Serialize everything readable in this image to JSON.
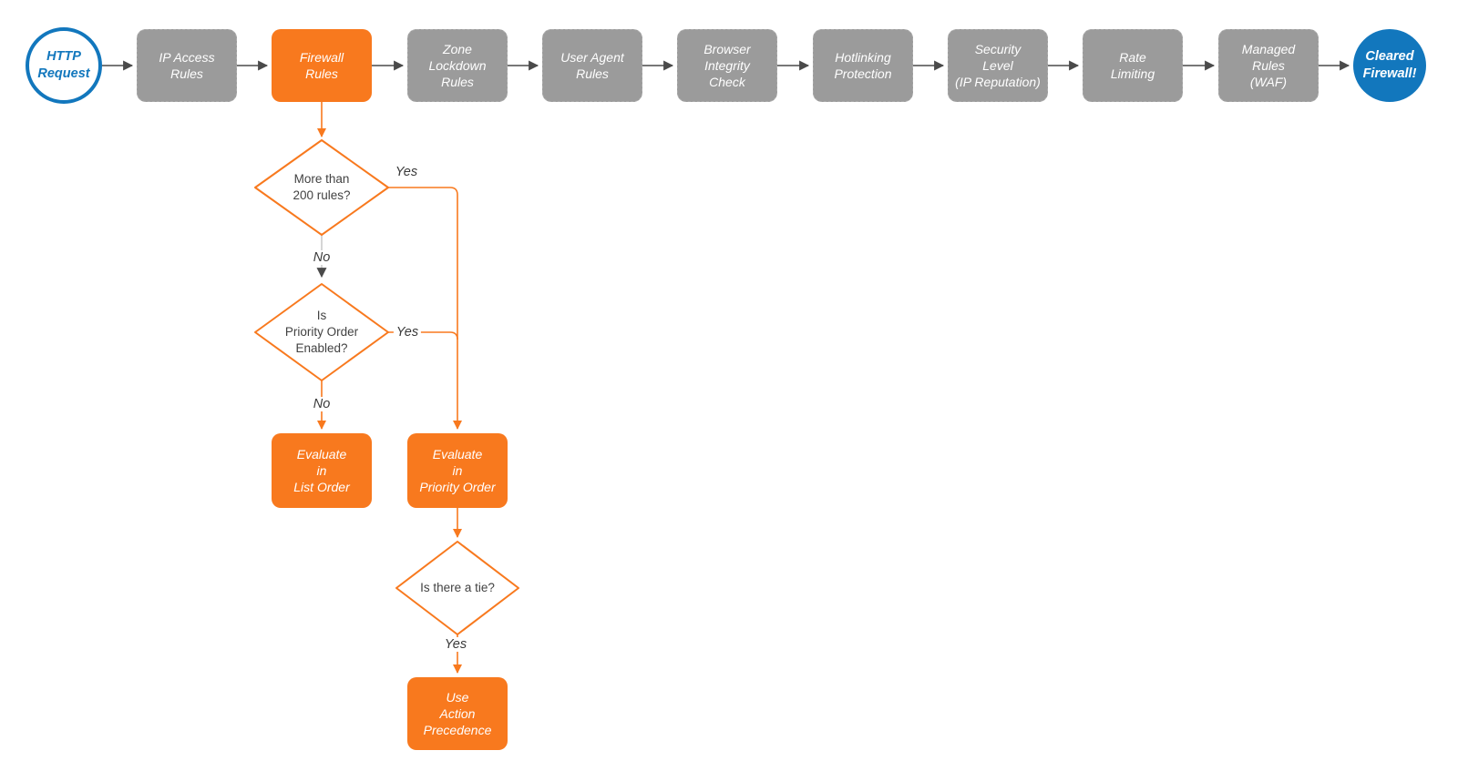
{
  "palette": {
    "orange": "#F8791E",
    "gray": "#9B9B9B",
    "blue": "#1277BD",
    "wire": "#4A4A4A",
    "wire_light": "#C9C9C9",
    "text": "#424242"
  },
  "flow": {
    "start": "HTTP\nRequest",
    "stages": [
      "IP Access\nRules",
      "Firewall\nRules",
      "Zone\nLockdown\nRules",
      "User Agent\nRules",
      "Browser\nIntegrity\nCheck",
      "Hotlinking\nProtection",
      "Security\nLevel\n(IP Reputation)",
      "Rate\nLimiting",
      "Managed\nRules\n(WAF)"
    ],
    "end": "Cleared\nFirewall!"
  },
  "branch": {
    "decision_more_rules": "More than\n200 rules?",
    "decision_priority_enabled": "Is\nPriority Order\nEnabled?",
    "decision_tie": "Is there a tie?",
    "evaluate_list": "Evaluate\nin\nList Order",
    "evaluate_priority": "Evaluate\nin\nPriority Order",
    "action_precedence": "Use\nAction\nPrecedence",
    "labels": {
      "yes1": "Yes",
      "no1": "No",
      "yes2": "Yes",
      "no2": "No",
      "yes3": "Yes"
    }
  }
}
